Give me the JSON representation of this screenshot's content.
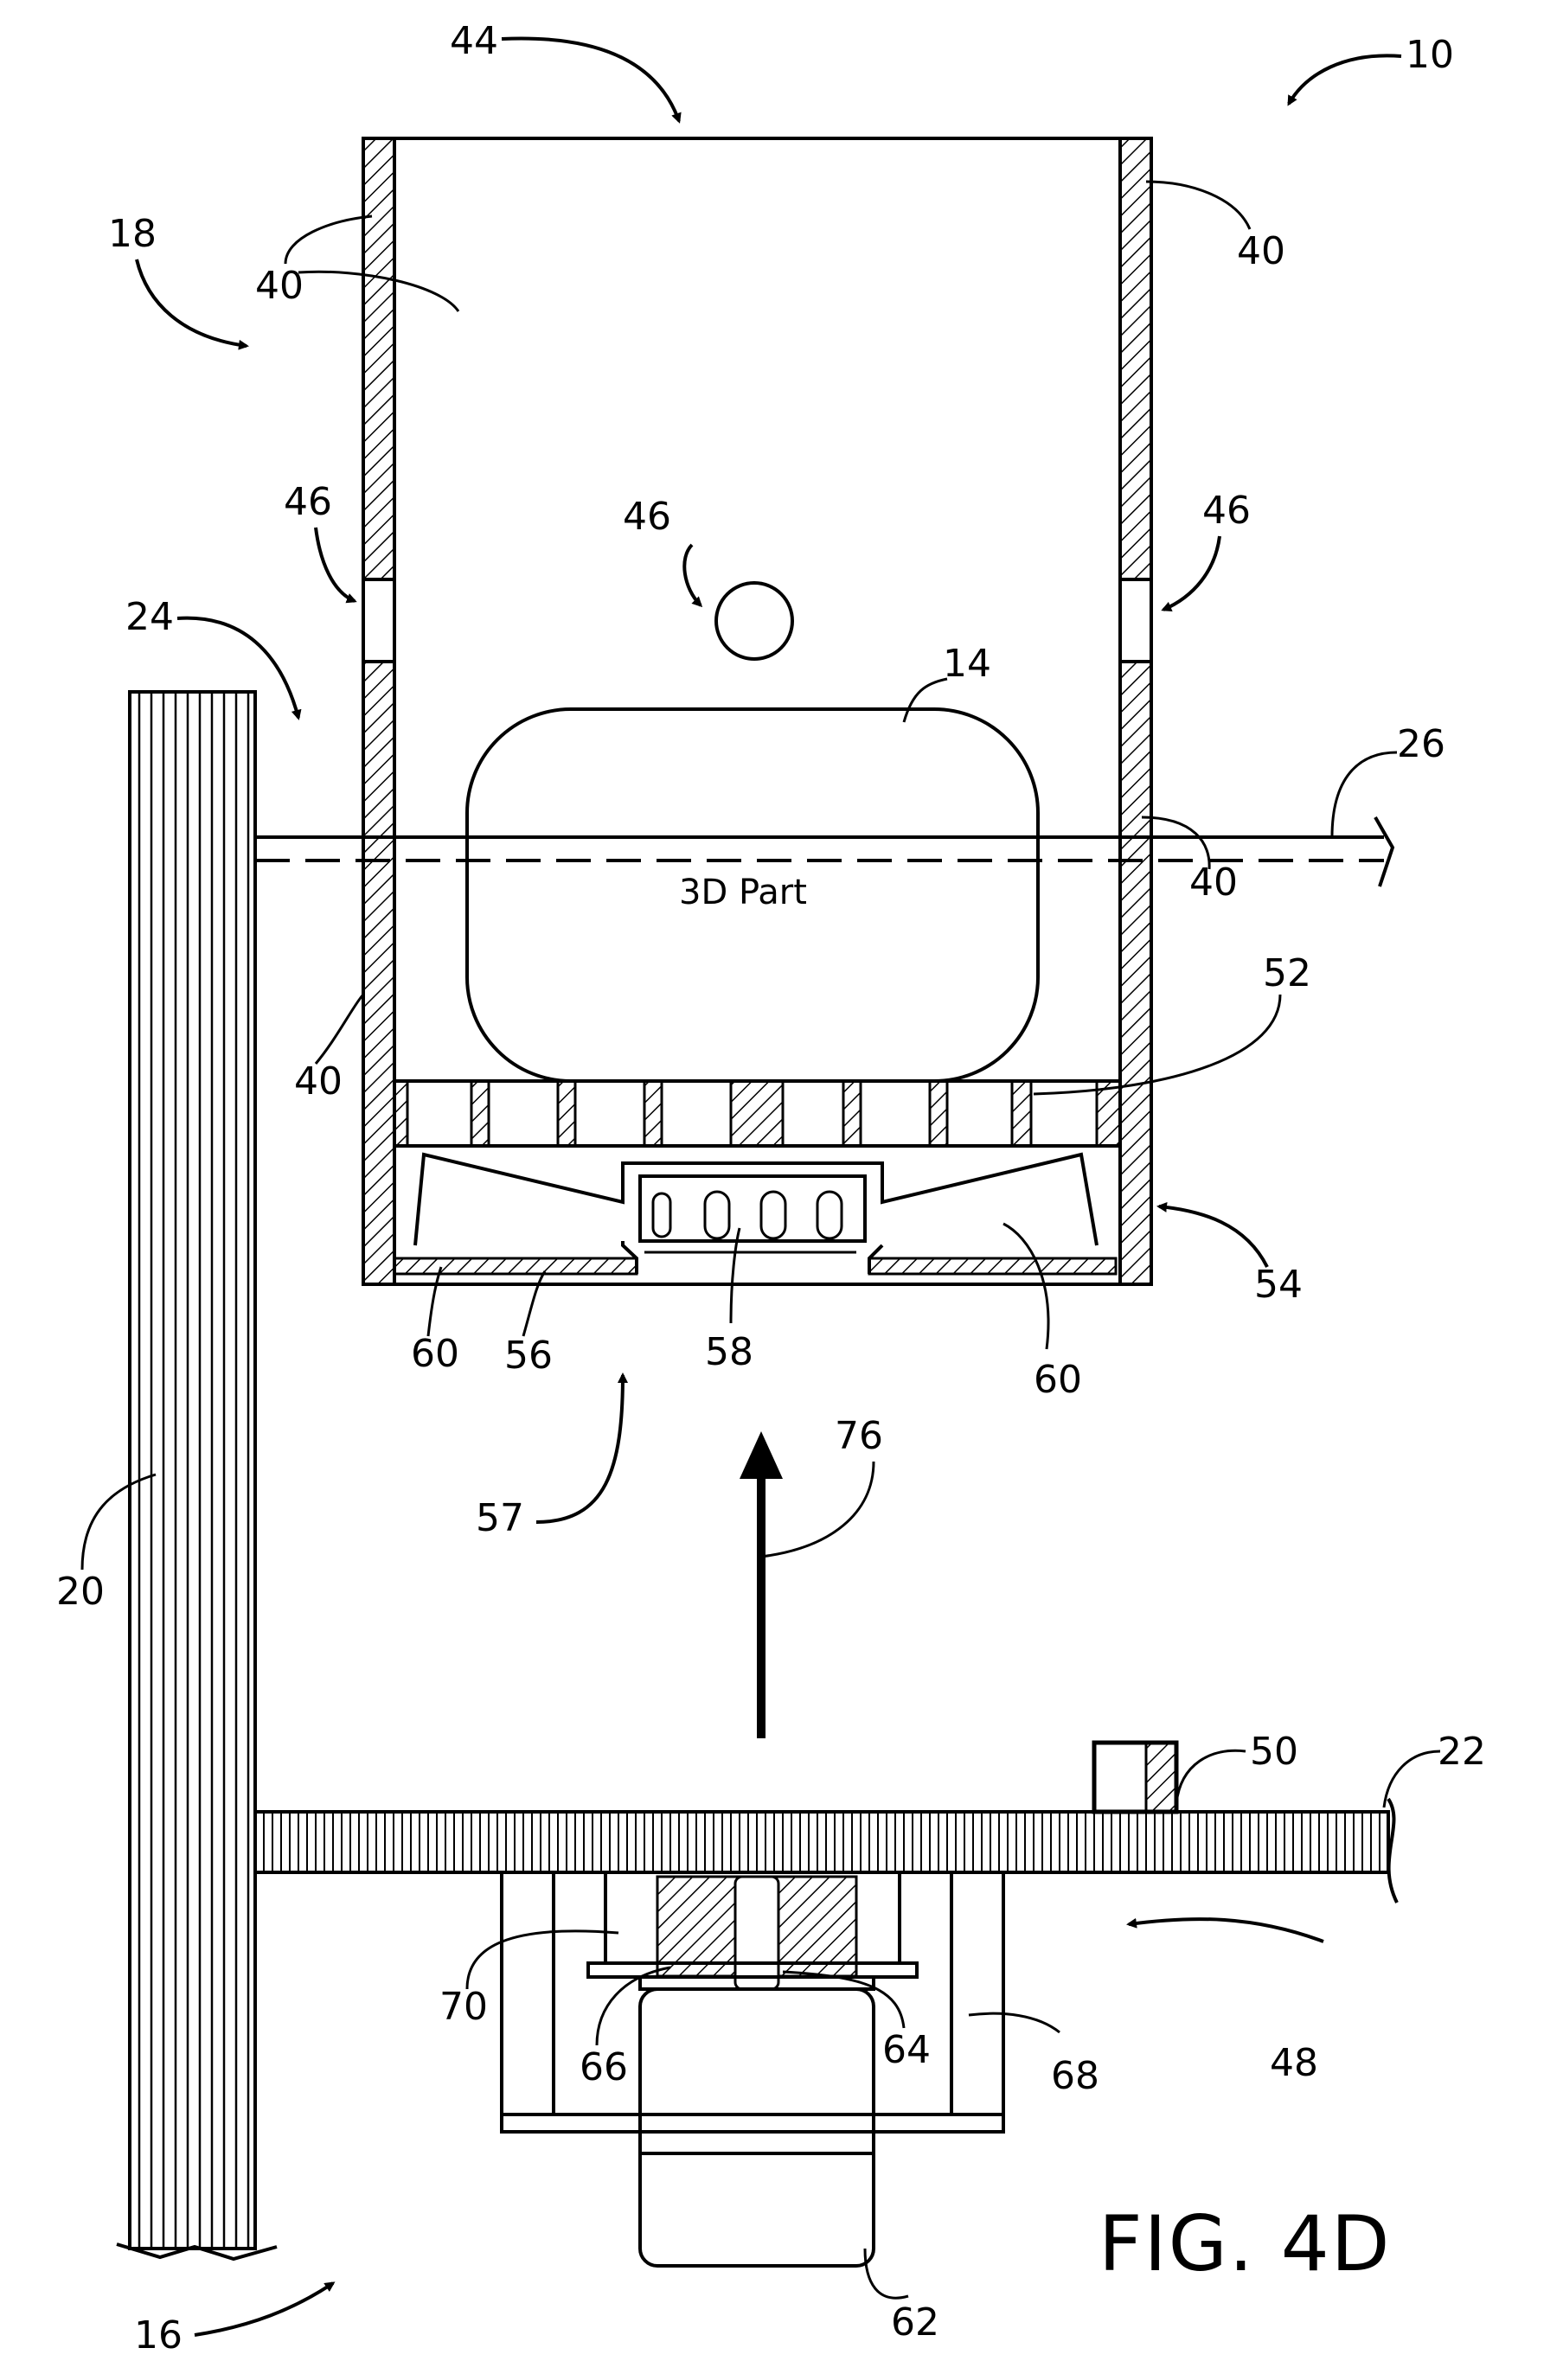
{
  "figure_label": "FIG. 4D",
  "part_label": "3D Part",
  "reference_numerals": {
    "r10": "10",
    "r14": "14",
    "r16": "16",
    "r18": "18",
    "r20": "20",
    "r22": "22",
    "r24": "24",
    "r26": "26",
    "r40a": "40",
    "r40b": "40",
    "r40c": "40",
    "r40d": "40",
    "r44": "44",
    "r46a": "46",
    "r46b": "46",
    "r46c": "46",
    "r48": "48",
    "r50": "50",
    "r52": "52",
    "r54": "54",
    "r56": "56",
    "r57": "57",
    "r58": "58",
    "r60a": "60",
    "r60b": "60",
    "r62": "62",
    "r64": "64",
    "r66": "66",
    "r68": "68",
    "r70": "70",
    "r76": "76"
  }
}
